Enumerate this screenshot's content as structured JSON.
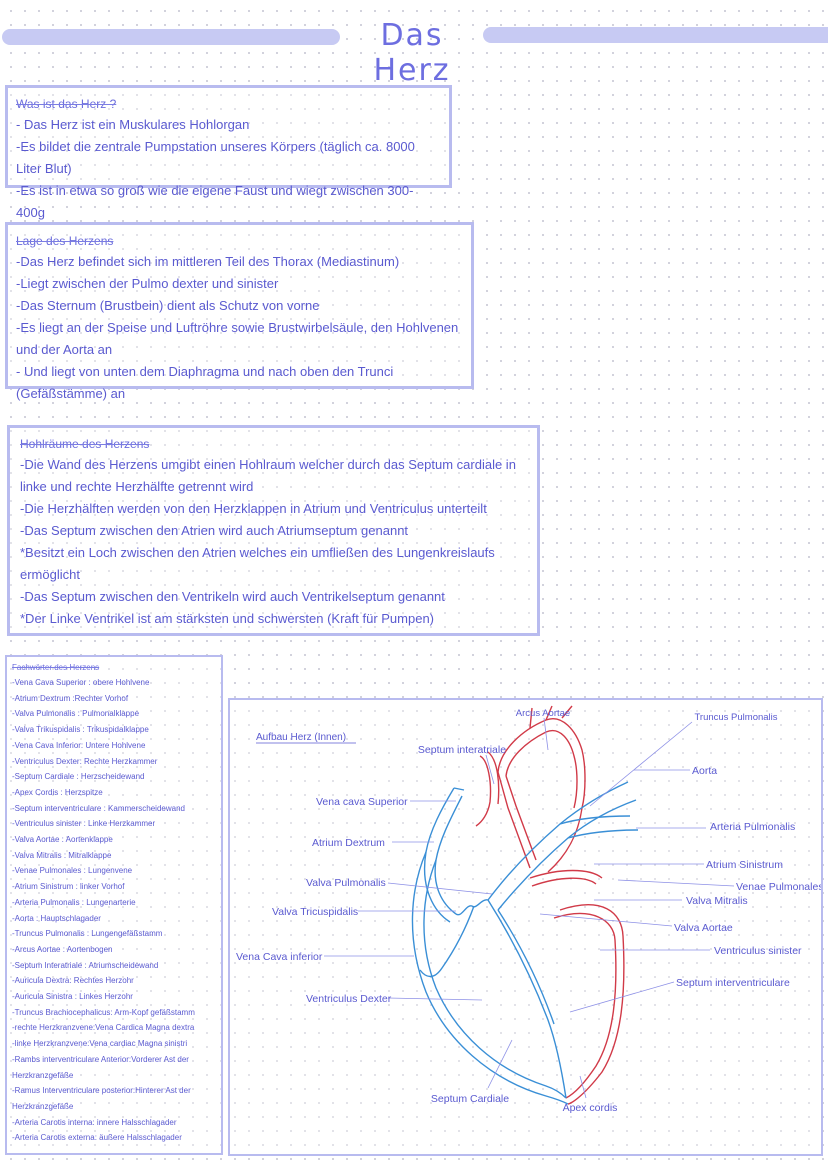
{
  "title": "Das Herz",
  "section1": {
    "heading": "Was ist das Herz ?",
    "lines": [
      "- Das Herz ist ein Muskulares Hohlorgan",
      "-Es bildet die zentrale Pumpstation unseres Körpers (täglich ca. 8000 Liter Blut)",
      "-Es ist in etwa so groß wie die eigene Faust und wiegt zwischen 300-400g"
    ]
  },
  "section2": {
    "heading": "Lage des Herzens",
    "lines": [
      "-Das Herz befindet sich im mittleren Teil des Thorax  (Mediastinum)",
      "-Liegt zwischen der Pulmo dexter und sinister",
      "-Das Sternum (Brustbein) dient als Schutz von vorne",
      "-Es liegt an der Speise und Luftröhre sowie Brustwirbelsäule, den Hohlvenen und der Aorta an",
      "- Und liegt von unten dem Diaphragma und nach oben den Trunci (Gefäßstämme) an"
    ]
  },
  "section3": {
    "heading": "Hohlräume des Herzens",
    "lines": [
      "-Die Wand des Herzens umgibt einen Hohlraum welcher durch das Septum cardiale in linke und rechte Herzhälfte getrennt wird",
      "-Die Herzhälften werden von den Herzklappen in Atrium und Ventriculus unterteilt",
      "-Das Septum zwischen den Atrien wird auch Atriumseptum genannt",
      "*Besitzt ein Loch zwischen den Atrien welches ein umfließen des Lungenkreislaufs ermöglicht",
      "-Das Septum zwischen den Ventrikeln wird auch Ventrikelseptum genannt",
      "*Der Linke Ventrikel ist am stärksten und schwersten (Kraft für Pumpen)"
    ]
  },
  "section4": {
    "heading": "Fachwörter des Herzens",
    "lines": [
      "-Vena Cava Superior : obere Hohlvene",
      "-Atrium Dextrum :Rechter Vorhof",
      "-Valva Pulmonalis : Pulmonalklappe",
      "-Valva Trikuspidalis : Trikuspidalklappe",
      "-Vena Cava Inferior: Untere Hohlvene",
      "-Ventriculus Dexter: Rechte Herzkammer",
      "-Septum Cardiale : Herzscheidewand",
      "-Apex Cordis : Herzspitze",
      "-Septum interventriculare : Kammerscheidewand",
      "-Ventriculus sinister : Linke Herzkammer",
      "-Valva Aortae : Aortenklappe",
      "-Valva Mitralis : Mitralklappe",
      "-Venae Pulmonales : Lungenvene",
      "-Atrium Sinistrum : linker Vorhof",
      "-Arteria Pulmonalis : Lungenarterie",
      "-Aorta : Hauptschlagader",
      "-Truncus Pulmonalis : Lungengefäßstamm",
      "-Arcus Aortae : Aortenbogen",
      "-Septum Interatriale : Atriumscheidewand",
      "-Auricula Dextra: Rechtes Herzohr",
      "-Auricula Sinistra : Linkes Herzohr",
      "-Truncus Brachiocephalicus: Arm-Kopf gefäßstamm",
      "-rechte Herzkranzvene:Vena Cardica Magna dextra",
      "-linke Herzkranzvene:Vena cardiac Magna sinistri",
      "-Rambs interventriculare Anterior:Vorderer Ast der Herzkranzgefäße",
      "-Ramus Interventriculare posterior:Hinterer Ast der Herzkranzgefäße",
      "-Arteria Carotis interna: innere Halsschlagader",
      "-Arteria Carotis externa: äußere Halsschlagader"
    ]
  },
  "diagram": {
    "title": "Aufbau Herz (Innen)",
    "colors": {
      "left": "#d13a48",
      "right": "#3a8fd6",
      "leader": "#8d90e6",
      "text": "#5a5ad0"
    },
    "labels": {
      "arcus_aortae": "Arcus Aortae",
      "truncus_pulmonalis": "Truncus Pulmonalis",
      "septum_interatriale": "Septum interatriale",
      "aorta": "Aorta",
      "vena_cava_superior": "Vena cava Superior",
      "arteria_pulmonalis": "Arteria Pulmonalis",
      "atrium_dextrum": "Atrium Dextrum",
      "atrium_sinistrum": "Atrium Sinistrum",
      "valva_pulmonalis": "Valva Pulmonalis",
      "venae_pulmonales": "Venae Pulmonales",
      "valva_mitralis": "Valva Mitralis",
      "valva_tricuspidalis": "Valva Tricuspidalis",
      "valva_aortae": "Valva Aortae",
      "vena_cava_inferior": "Vena Cava inferior",
      "ventriculus_sinister": "Ventriculus sinister",
      "septum_interventriculare": "Septum interventriculare",
      "ventriculus_dexter": "Ventriculus Dexter",
      "septum_cardiale": "Septum Cardiale",
      "apex_cordis": "Apex cordis"
    }
  }
}
